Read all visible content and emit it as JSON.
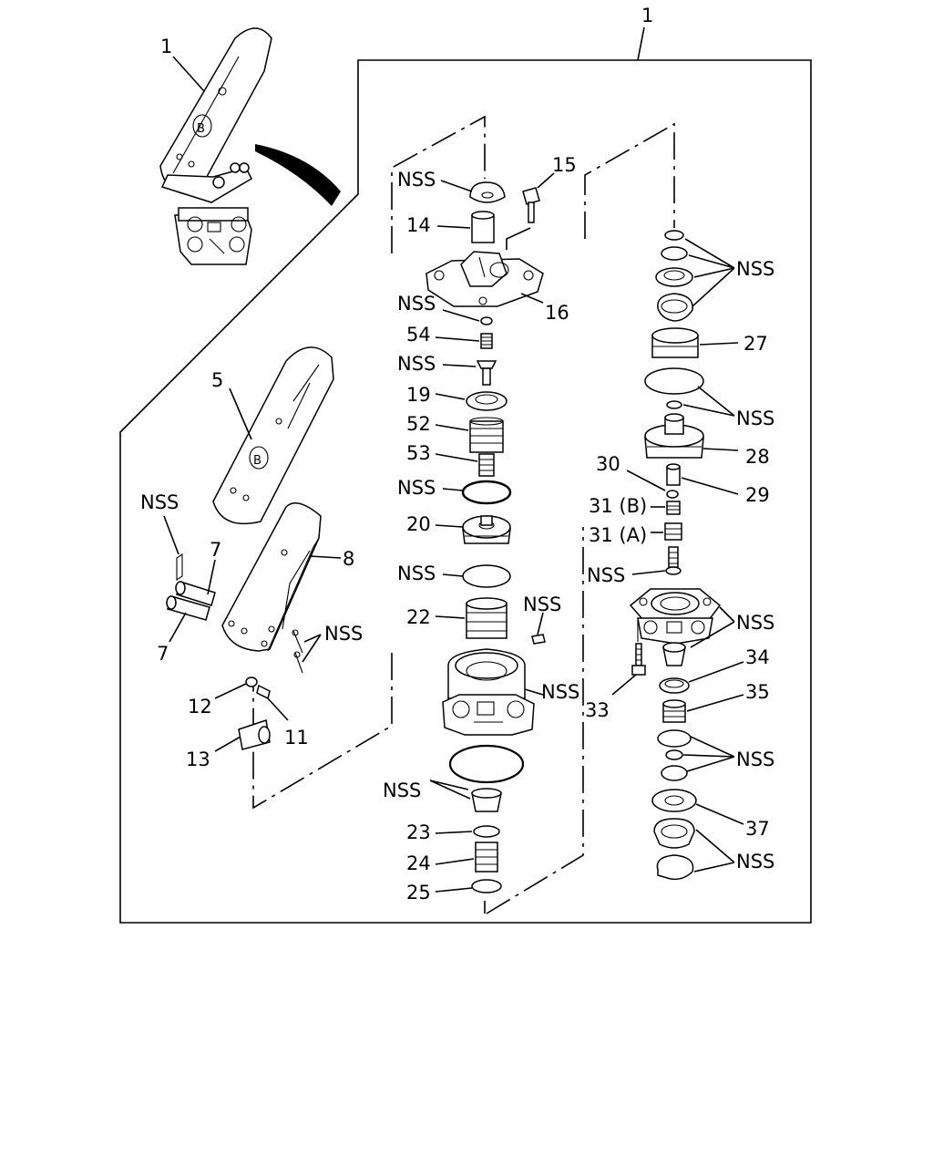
{
  "callouts": {
    "assembly": "1",
    "pedal_assembly": "1",
    "pedal_pad": "5",
    "pedal_arm": "8",
    "pin_upper": "7",
    "pin_lower": "7",
    "pedal_nss_clip": "NSS",
    "pedal_nss_cotter": "NSS",
    "collar": "12",
    "bolt_small": "11",
    "bushing": "13",
    "c_nss_cap": "NSS",
    "c_14": "14",
    "c_15": "15",
    "c_16": "16",
    "c_nss_ring": "NSS",
    "c_54": "54",
    "c_nss_pin": "NSS",
    "c_19": "19",
    "c_52": "52",
    "c_53": "53",
    "c_nss_oring1": "NSS",
    "c_20": "20",
    "c_nss_oring2": "NSS",
    "c_22": "22",
    "c_nss_key": "NSS",
    "c_nss_body": "NSS",
    "c_nss_seat": "NSS",
    "c_23": "23",
    "c_24": "24",
    "c_25": "25",
    "r_nss_top": "NSS",
    "r_27": "27",
    "r_nss_mid": "NSS",
    "r_28": "28",
    "r_30": "30",
    "r_29": "29",
    "r_31b": "31 (B)",
    "r_31a": "31 (A)",
    "r_nss_stem": "NSS",
    "r_nss_housing": "NSS",
    "r_34": "34",
    "r_33": "33",
    "r_35": "35",
    "r_nss_seals": "NSS",
    "r_37": "37",
    "r_nss_bottom": "NSS"
  },
  "pedal_logo": "B"
}
